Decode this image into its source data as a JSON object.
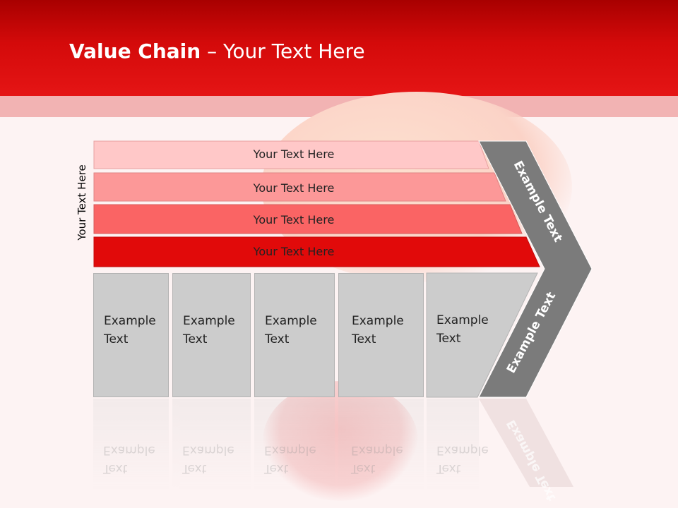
{
  "title": {
    "bold": "Value Chain",
    "rest": " – Your Text Here"
  },
  "side_label": "Your Text Here",
  "bars": [
    {
      "label": "Your Text Here",
      "color": "#ffc8c8"
    },
    {
      "label": "Your Text Here",
      "color": "#fc9898"
    },
    {
      "label": "Your Text Here",
      "color": "#fa6464"
    },
    {
      "label": "Your Text Here",
      "color": "#e10a0a"
    }
  ],
  "chevron": {
    "top_label": "Example Text",
    "bottom_label": "Example Text",
    "color": "#7b7b7b"
  },
  "cells": [
    {
      "line1": "Example",
      "line2": "Text"
    },
    {
      "line1": "Example",
      "line2": "Text"
    },
    {
      "line1": "Example",
      "line2": "Text"
    },
    {
      "line1": "Example",
      "line2": "Text"
    },
    {
      "line1": "Example",
      "line2": "Text"
    }
  ]
}
